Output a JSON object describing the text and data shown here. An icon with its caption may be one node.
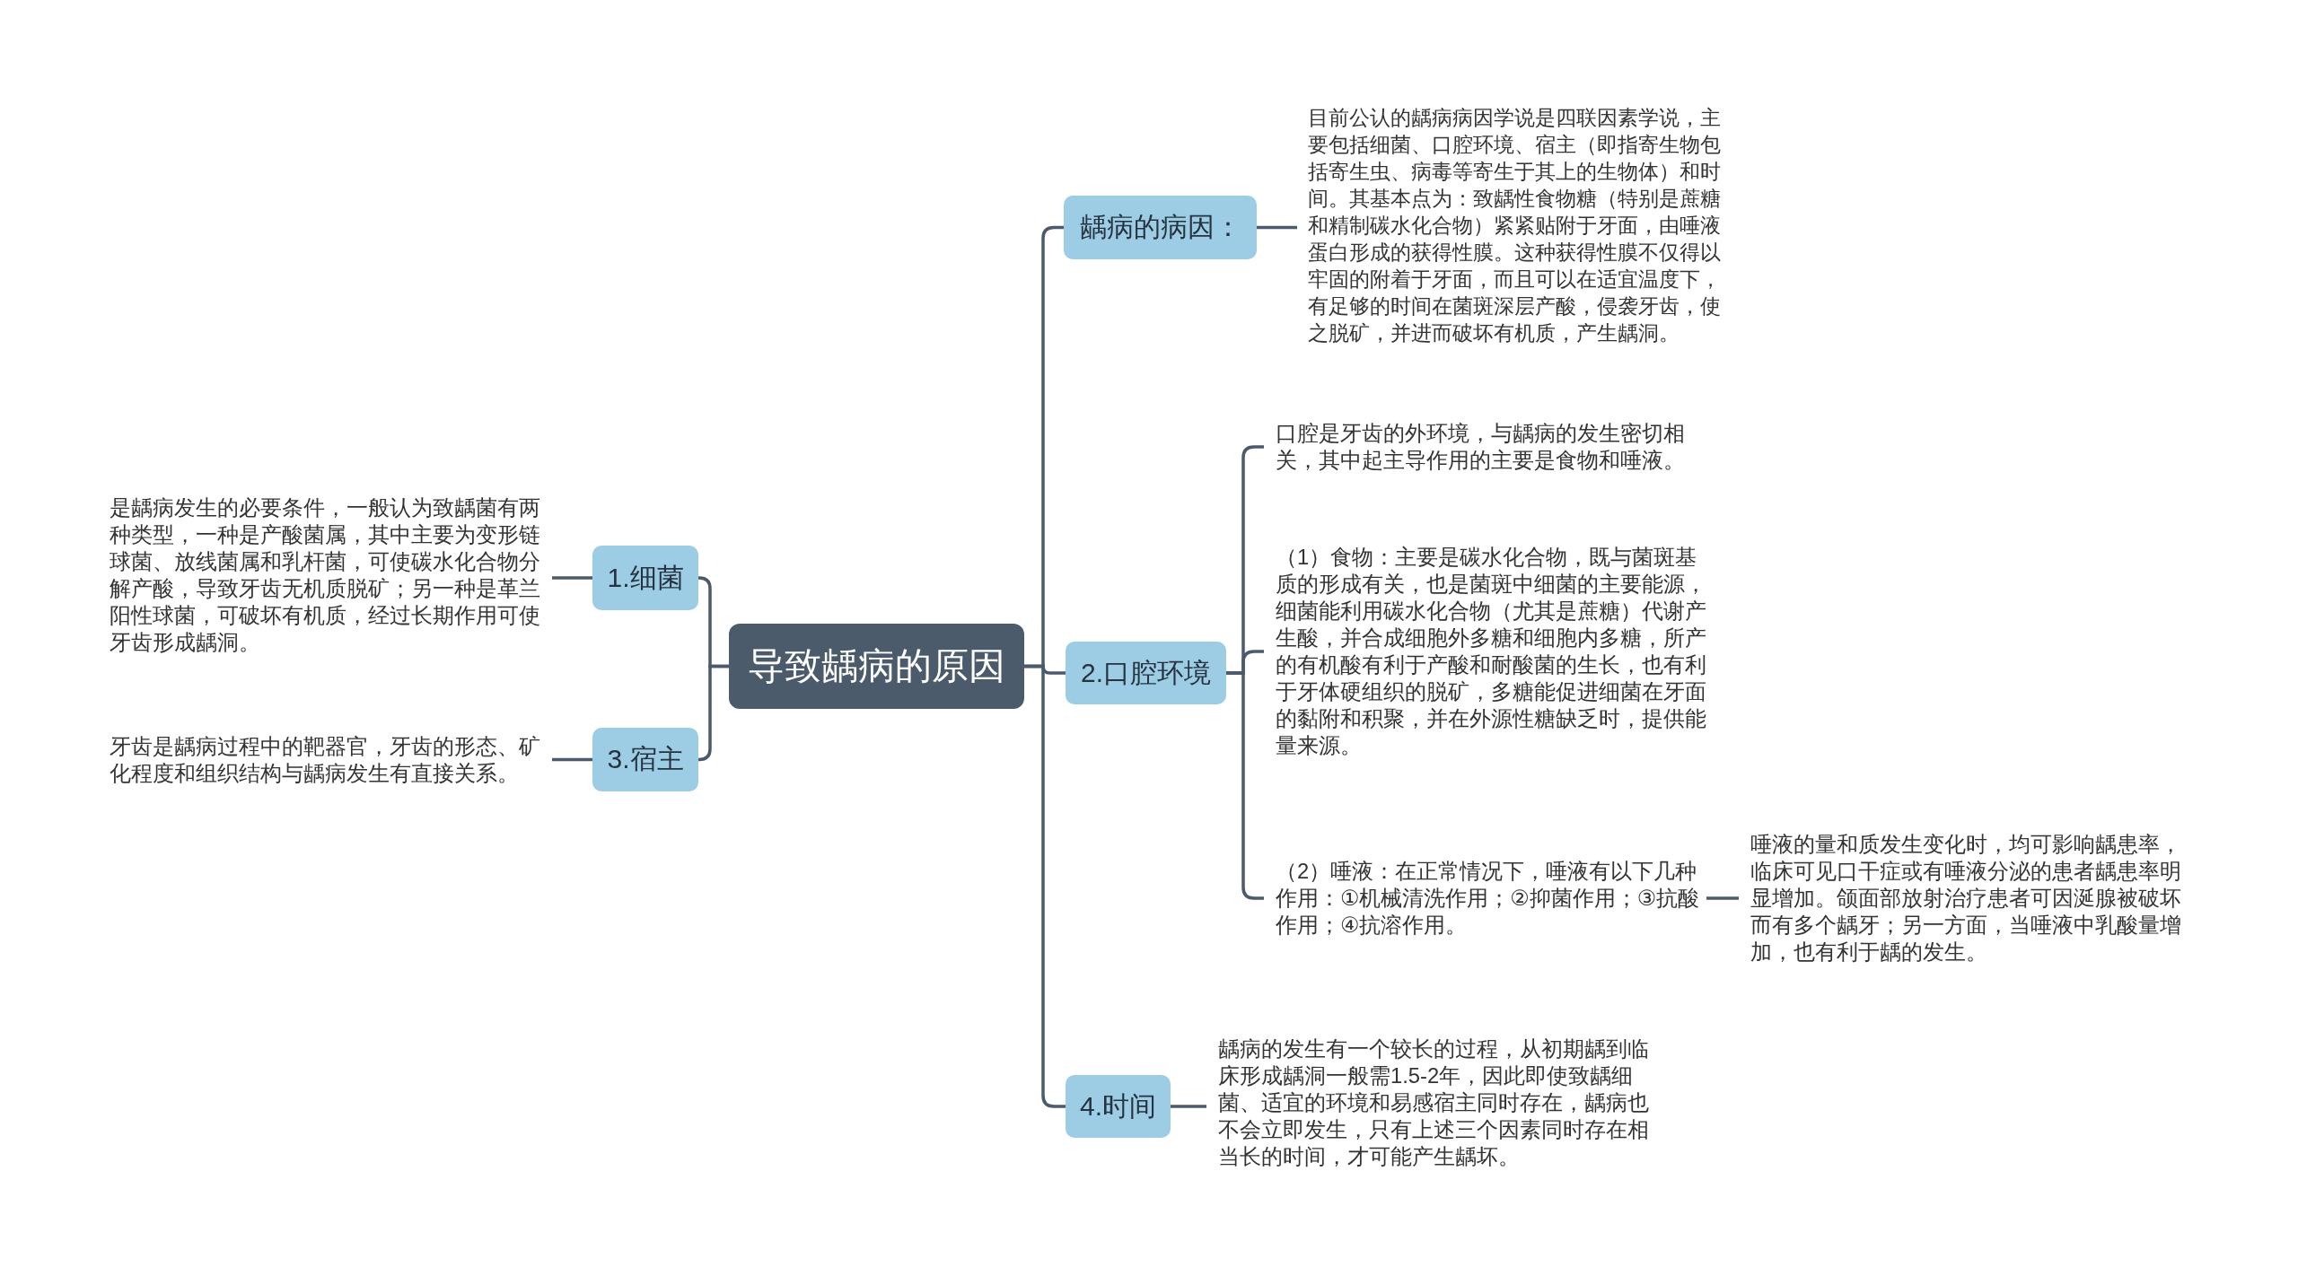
{
  "diagram": {
    "nodes": [
      {
        "text": [
          "导致龋病的原因"
        ]
      },
      {
        "text": [
          "龋病的病因："
        ]
      },
      {
        "text": [
          "目前公认的龋病病因学说是四联因素学说，主要包括细菌、口腔环境、宿主（即指寄生物包括寄生虫、病毒等寄生于其上的生物体）和时间。其基本点为：致龋性食物糖（特别是蔗糖和精制碳水化合物）紧紧贴附于牙面，由唾液蛋白形成的获得性膜。这种获得性膜不仅得以牢固的附着于牙面，而且可以在适宜温度下，有足够的时间在菌斑深层产酸，侵袭牙齿，使之脱矿，并进而破坏有机质，产生龋洞。"
        ]
      },
      {
        "text": [
          "1.细菌"
        ]
      },
      {
        "text": [
          "是龋病发生的必要条件，一般认为致龋菌有两种类型，一种是产酸菌属，其中主要为变形链球菌、放线菌属和乳杆菌，可使碳水化合物分解产酸，导致牙齿无机质脱矿；另一种是革兰阳性球菌，可破坏有机质，经过长期作用可使牙齿形成龋洞。"
        ]
      },
      {
        "text": [
          "2.口腔环境"
        ]
      },
      {
        "text": [
          "口腔是牙齿的外环境，与龋病的发生密切相关，其中起主导作用的主要是食物和唾液。"
        ]
      },
      {
        "text": [
          "（1）食物：主要是碳水化合物，既与菌斑基质的形成有关，也是菌斑中细菌的主要能源，细菌能利用碳水化合物（尤其是蔗糖）代谢产生酸，并合成细胞外多糖和细胞内多糖，所产的有机酸有利于产酸和耐酸菌的生长，也有利于牙体硬组织的脱矿，多糖能促进细菌在牙面的黏附和积聚，并在外源性糖缺乏时，提供能量来源。"
        ]
      },
      {
        "text": [
          "（2）唾液：在正常情况下，唾液有以下几种作用：①机械清洗作用；②抑菌作用；③抗酸作用；④抗溶作用。"
        ]
      },
      {
        "text": [
          "唾液的量和质发生变化时，均可影响龋患率，临床可见口干症或有唾液分泌的患者龋患率明显增加。颌面部放射治疗患者可因涎腺被破坏而有多个龋牙；另一方面，当唾液中乳酸量增加，也有利于龋的发生。"
        ]
      },
      {
        "text": [
          "3.宿主"
        ]
      },
      {
        "text": [
          "牙齿是龋病过程中的靶器官，牙齿的形态、矿化程度和组织结构与龋病发生有直接关系。"
        ]
      },
      {
        "text": [
          "4.时间"
        ]
      },
      {
        "text": [
          "龋病的发生有一个较长的过程，从初期龋到临床形成龋洞一般需1.5-2年，因此即使致龋细菌、适宜的环境和易感宿主同时存在，龋病也不会立即发生，只有上述三个因素同时存在相当长的时间，才可能产生龋坏。"
        ]
      }
    ],
    "edges": [
      {
        "from": 0,
        "to": 1,
        "arrow": "none"
      },
      {
        "from": 1,
        "to": 2,
        "arrow": "none"
      },
      {
        "from": 0,
        "to": 3,
        "arrow": "none"
      },
      {
        "from": 3,
        "to": 4,
        "arrow": "none"
      },
      {
        "from": 0,
        "to": 5,
        "arrow": "none"
      },
      {
        "from": 5,
        "to": 6,
        "arrow": "none"
      },
      {
        "from": 5,
        "to": 7,
        "arrow": "none"
      },
      {
        "from": 5,
        "to": 8,
        "arrow": "none"
      },
      {
        "from": 8,
        "to": 9,
        "arrow": "none"
      },
      {
        "from": 0,
        "to": 10,
        "arrow": "none"
      },
      {
        "from": 10,
        "to": 11,
        "arrow": "none"
      },
      {
        "from": 0,
        "to": 12,
        "arrow": "none"
      },
      {
        "from": 12,
        "to": 13,
        "arrow": "none"
      }
    ]
  }
}
